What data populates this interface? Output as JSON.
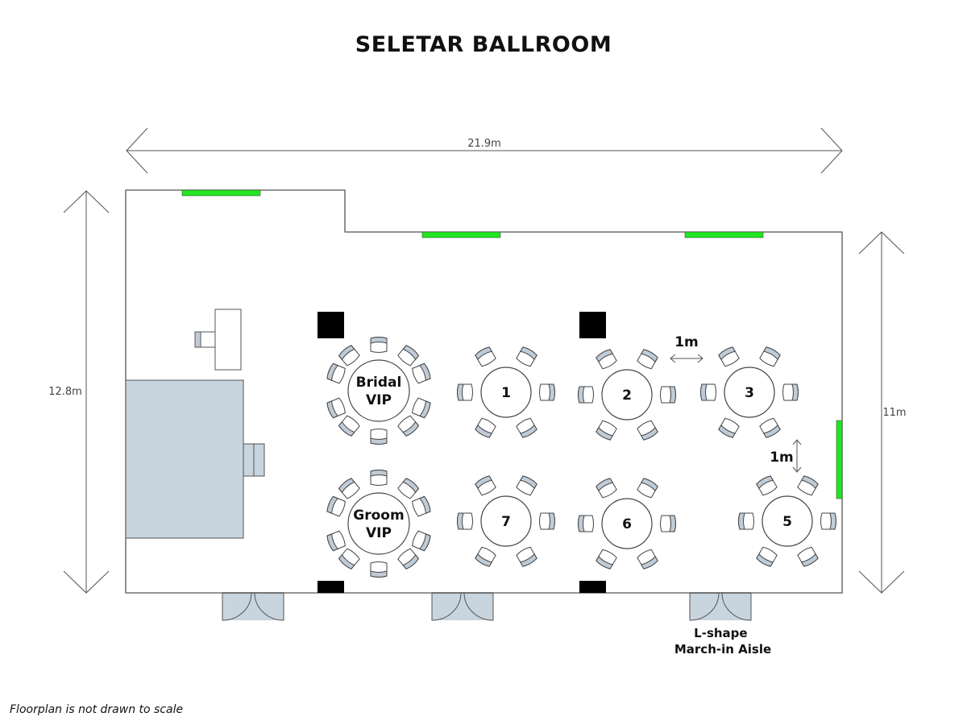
{
  "title": "SELETAR BALLROOM",
  "dimensions": {
    "width": "21.9m",
    "left_height": "12.8m",
    "right_height": "11m",
    "spacing_h": "1m",
    "spacing_v": "1m"
  },
  "tables": [
    {
      "label": "Bridal\nVIP",
      "chairs": 10
    },
    {
      "label": "1",
      "chairs": 6
    },
    {
      "label": "2",
      "chairs": 6
    },
    {
      "label": "3",
      "chairs": 6
    },
    {
      "label": "Groom\nVIP",
      "chairs": 10
    },
    {
      "label": "7",
      "chairs": 6
    },
    {
      "label": "6",
      "chairs": 6
    },
    {
      "label": "5",
      "chairs": 6
    }
  ],
  "aisle_label": "L-shape\nMarch-in Aisle",
  "footnote": "Floorplan is not drawn to scale",
  "colors": {
    "accent_green": "#22e622",
    "stage": "#c8d4de",
    "door": "#c8d4de",
    "pillar": "#000000",
    "wall": "#555555"
  }
}
